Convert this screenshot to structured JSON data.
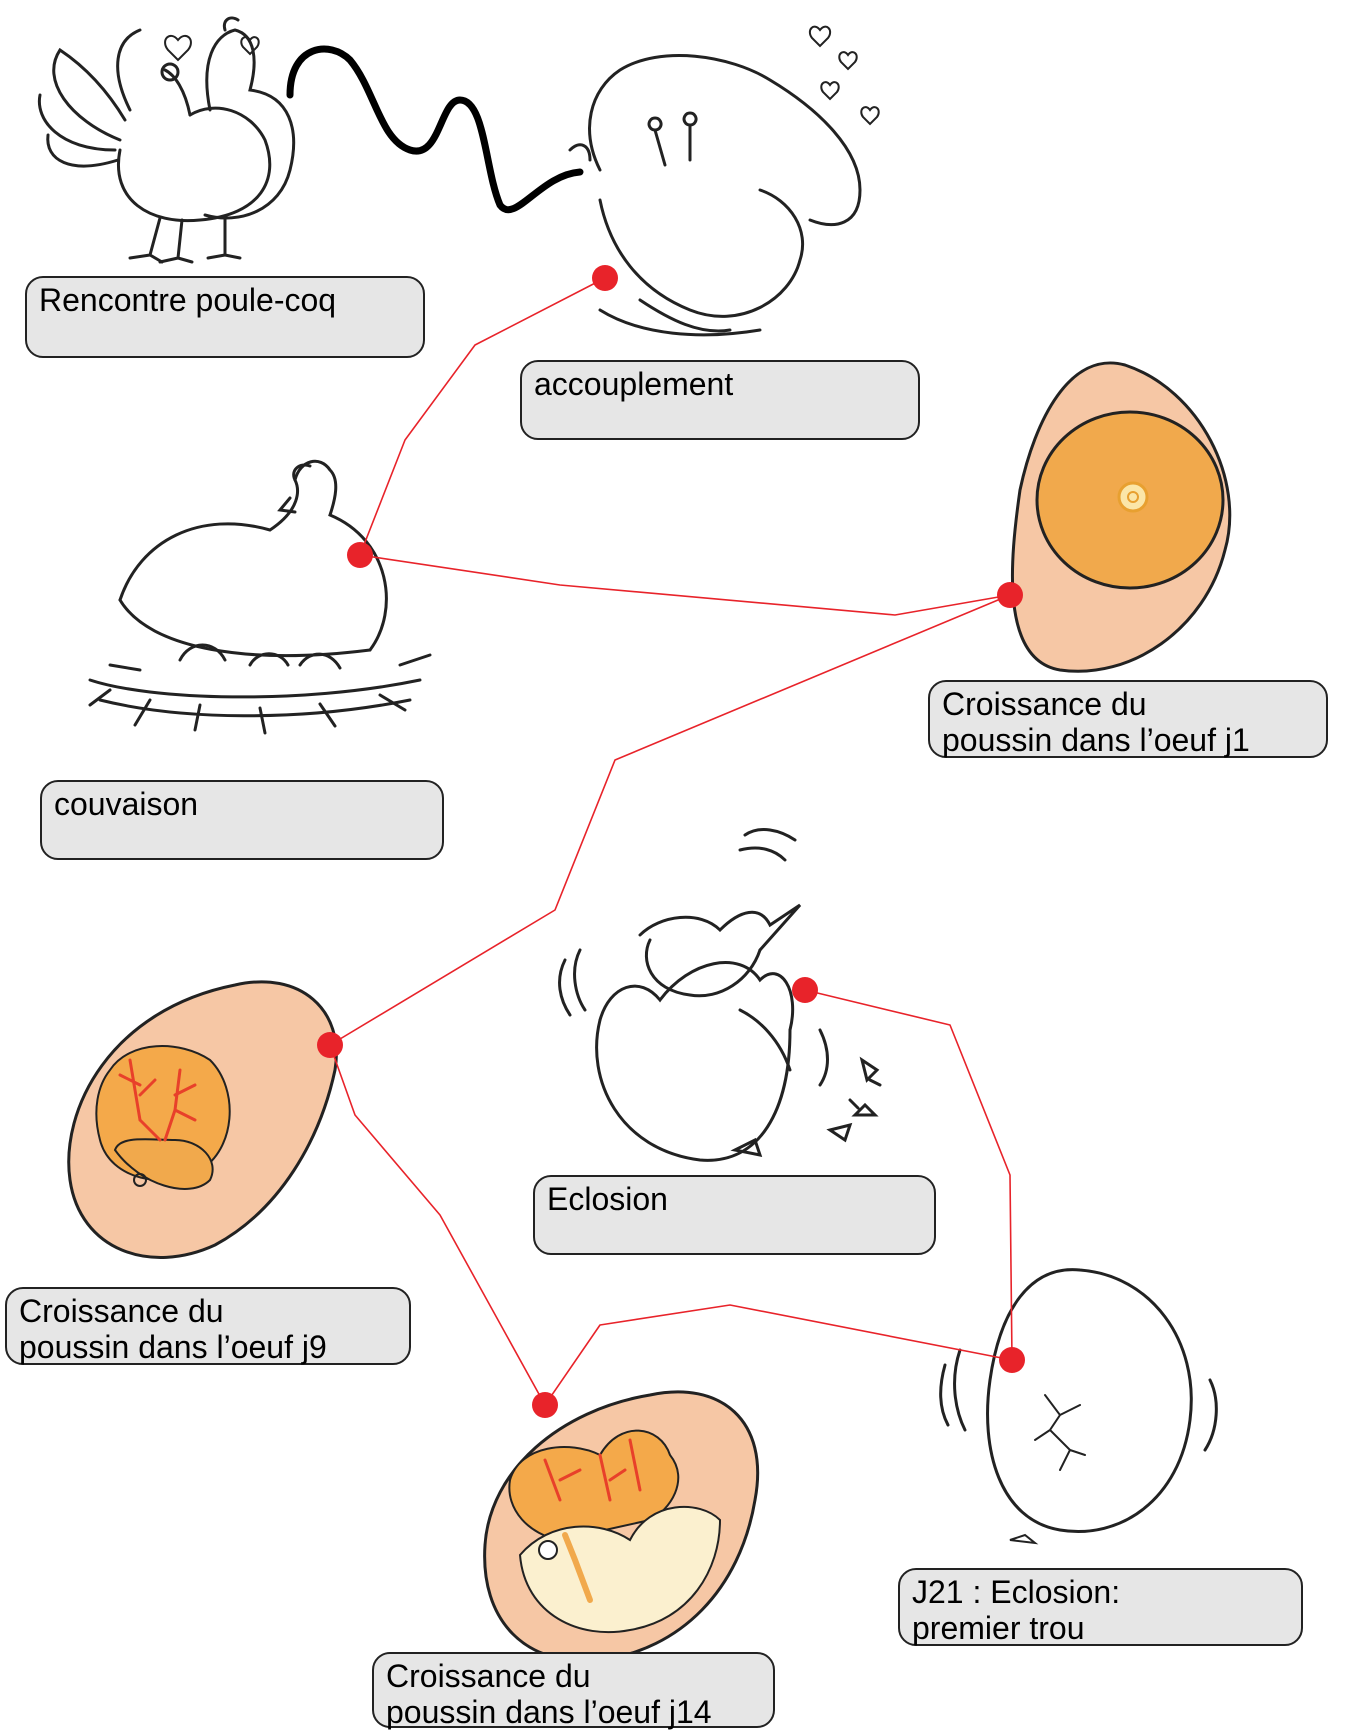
{
  "colors": {
    "connector": "#e8232a",
    "egg_shell": "#f6c7a5",
    "yolk": "#f1a94c",
    "embryo": "#f4a94a",
    "vessel": "#e8402a",
    "chick_body": "#fbf0cf",
    "box_fill": "#e6e6e6",
    "ink": "#222222"
  },
  "labels": {
    "rencontre": "Rencontre poule-coq",
    "accouplement": "accouplement",
    "couvaison": "couvaison",
    "j1": " Croissance du\npoussin dans l’oeuf j1",
    "eclosion": " Eclosion",
    "j9": " Croissance du\npoussin dans l’oeuf j9",
    "j21": "  J21 : Eclosion:\npremier trou",
    "j14": "  Croissance du\npoussin dans l’oeuf j14"
  },
  "illustrations": [
    {
      "name": "rooster-hen-meeting-illustration",
      "subject": "rooster and hen meeting"
    },
    {
      "name": "mating-illustration",
      "subject": "chickens mating"
    },
    {
      "name": "brooding-hen-illustration",
      "subject": "hen sitting on nest"
    },
    {
      "name": "egg-day1-illustration",
      "subject": "egg with yolk and germinal disc"
    },
    {
      "name": "hatching-chick-illustration",
      "subject": "chick breaking out of shell"
    },
    {
      "name": "egg-day9-illustration",
      "subject": "egg with embryo and vessels"
    },
    {
      "name": "egg-day14-illustration",
      "subject": "egg with developing chick"
    },
    {
      "name": "egg-day21-crack-illustration",
      "subject": "egg with first crack"
    }
  ]
}
